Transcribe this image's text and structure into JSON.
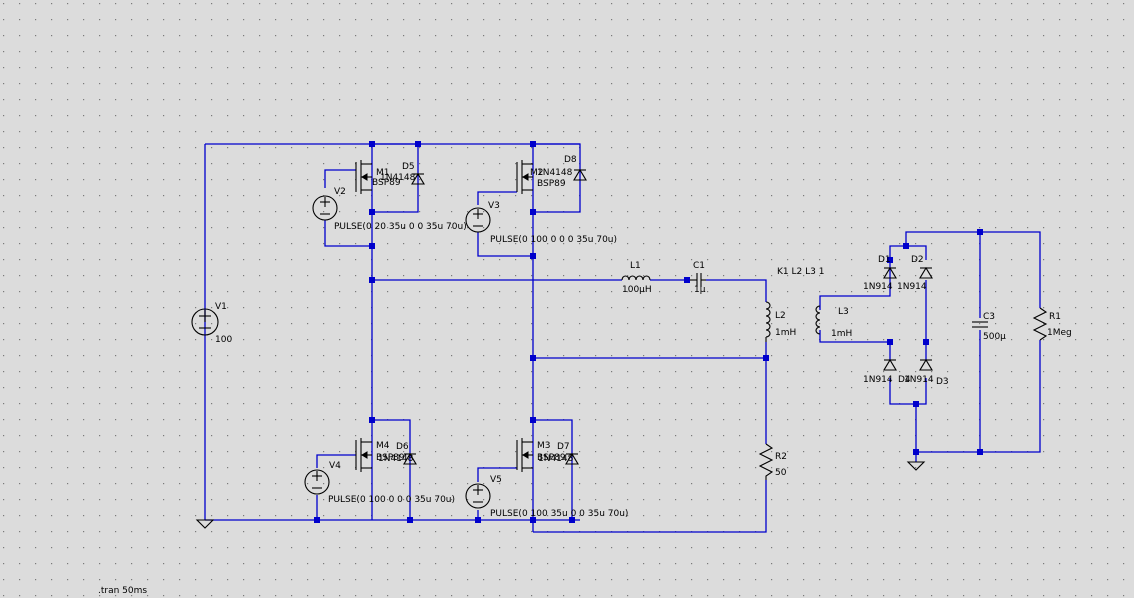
{
  "colors": {
    "background": "#dcdcdc",
    "wire": "#0000cc",
    "component": "#000000",
    "grid": "#7a7a7a"
  },
  "directive": ".tran 50ms",
  "coupling": "K1 L2 L3 1",
  "sources": {
    "V1": {
      "name": "V1",
      "value": "100"
    },
    "V2": {
      "name": "V2",
      "value": "PULSE(0 20 35u 0 0 35u 70u)"
    },
    "V3": {
      "name": "V3",
      "value": "PULSE(0 100 0 0 0 35u 70u)"
    },
    "V4": {
      "name": "V4",
      "value": "PULSE(0 100 0 0 0 35u 70u)"
    },
    "V5": {
      "name": "V5",
      "value": "PULSE(0 100 35u 0 0 35u 70u)"
    }
  },
  "mosfets": {
    "M1": {
      "name": "M1",
      "model": "BSP89"
    },
    "M2": {
      "name": "M2",
      "model": "BSP89"
    },
    "M3": {
      "name": "M3",
      "model": "BSP89"
    },
    "M4": {
      "name": "M4",
      "model": "BSP89"
    }
  },
  "diodes": {
    "D5": {
      "name": "D5",
      "model": "1N4148"
    },
    "D8": {
      "name": "D8",
      "model": "1N4148"
    },
    "D6": {
      "name": "D6",
      "model": "1N4148"
    },
    "D7": {
      "name": "D7",
      "model": "1N4148"
    },
    "D1": {
      "name": "D1",
      "model": "1N914"
    },
    "D2": {
      "name": "D2",
      "model": "1N914"
    },
    "D3": {
      "name": "D3",
      "model": ""
    },
    "D4": {
      "name": "D4",
      "model": "1N914"
    },
    "D3_model": "1N914"
  },
  "passives": {
    "L1": {
      "name": "L1",
      "value": "100µH"
    },
    "C1": {
      "name": "C1",
      "value": "1µ"
    },
    "L2": {
      "name": "L2",
      "value": "1mH"
    },
    "L3": {
      "name": "L3",
      "value": "1mH"
    },
    "R2": {
      "name": "R2",
      "value": "50"
    },
    "C3": {
      "name": "C3",
      "value": "500µ"
    },
    "R1": {
      "name": "R1",
      "value": "1Meg"
    }
  }
}
